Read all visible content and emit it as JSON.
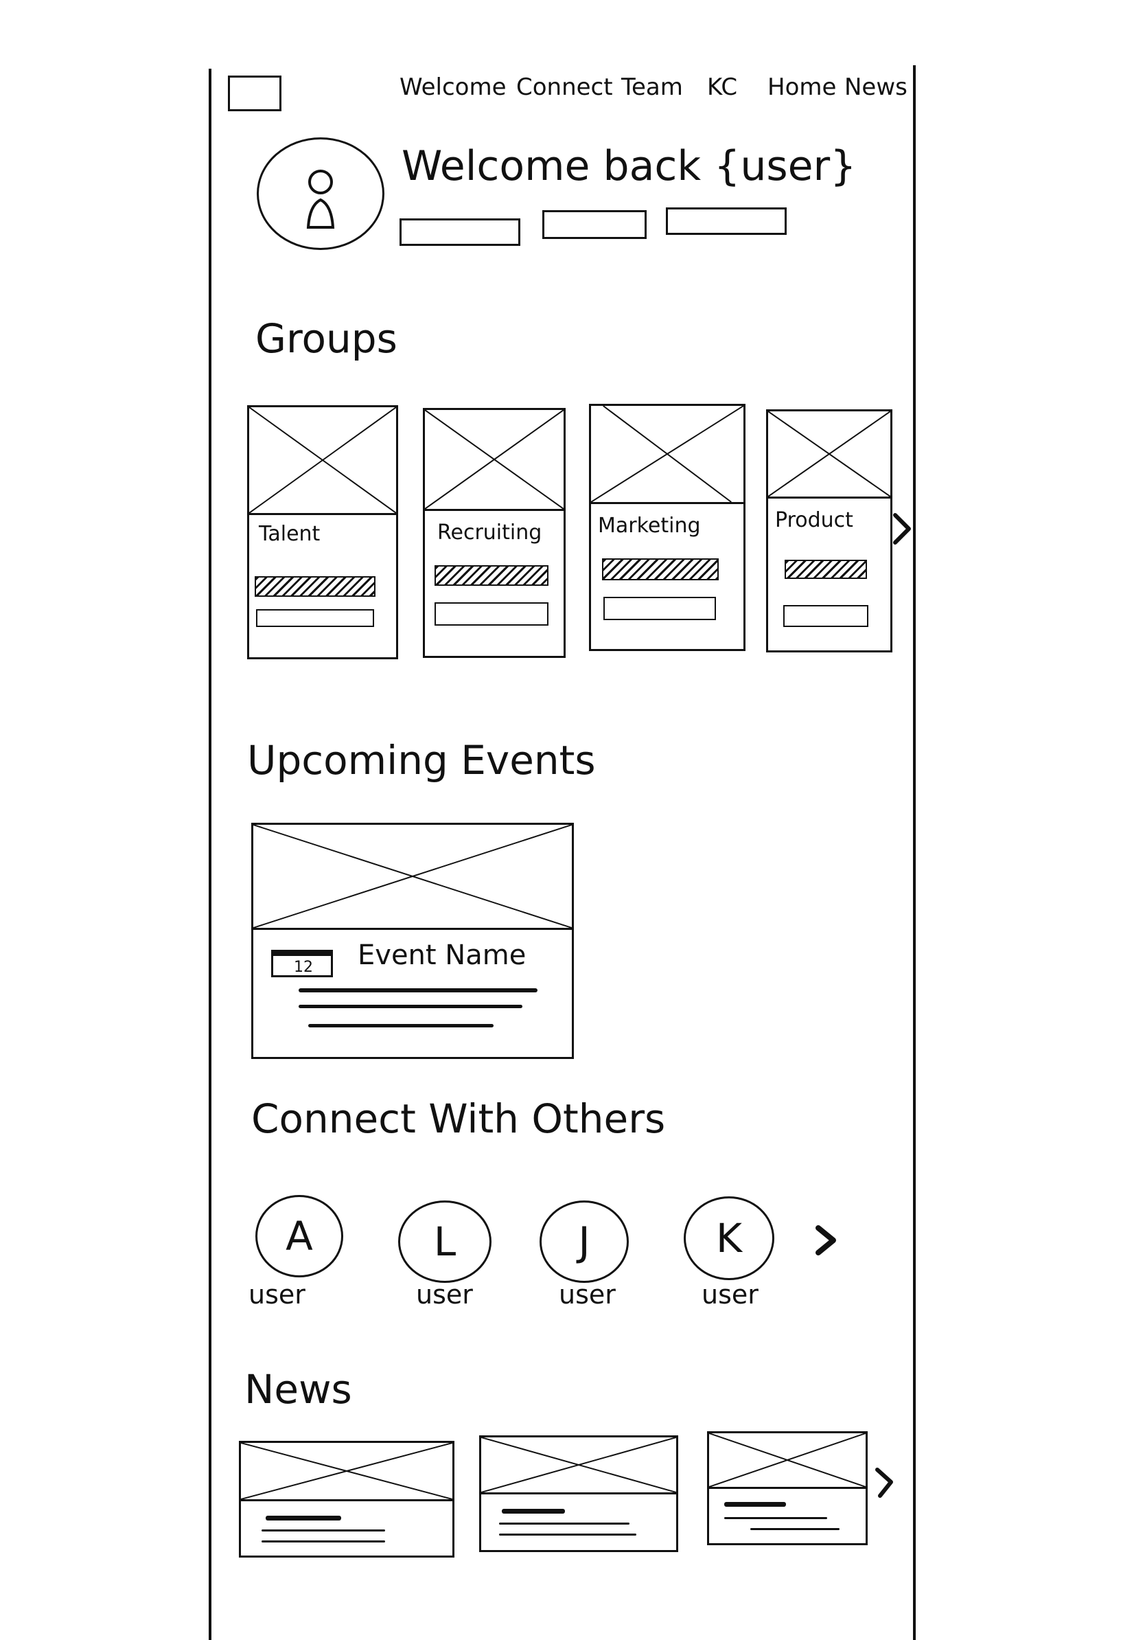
{
  "nav": {
    "items": [
      "Welcome",
      "Connect",
      "Team",
      "KC",
      "Home",
      "News"
    ]
  },
  "header": {
    "greeting": "Welcome back {user}"
  },
  "groups": {
    "title": "Groups",
    "items": [
      {
        "label": "Talent"
      },
      {
        "label": "Recruiting"
      },
      {
        "label": "Marketing"
      },
      {
        "label": "Product"
      }
    ]
  },
  "events": {
    "title": "Upcoming Events",
    "items": [
      {
        "date_day": "12",
        "name": "Event Name"
      }
    ]
  },
  "connect": {
    "title": "Connect With Others",
    "users": [
      {
        "initial": "A",
        "label": "user"
      },
      {
        "initial": "L",
        "label": "user"
      },
      {
        "initial": "J",
        "label": "user"
      },
      {
        "initial": "K",
        "label": "user"
      }
    ]
  },
  "news": {
    "title": "News"
  },
  "icons": {
    "menu": "hamburger-box-icon",
    "avatar": "person-icon",
    "next": "chevron-right-icon"
  }
}
